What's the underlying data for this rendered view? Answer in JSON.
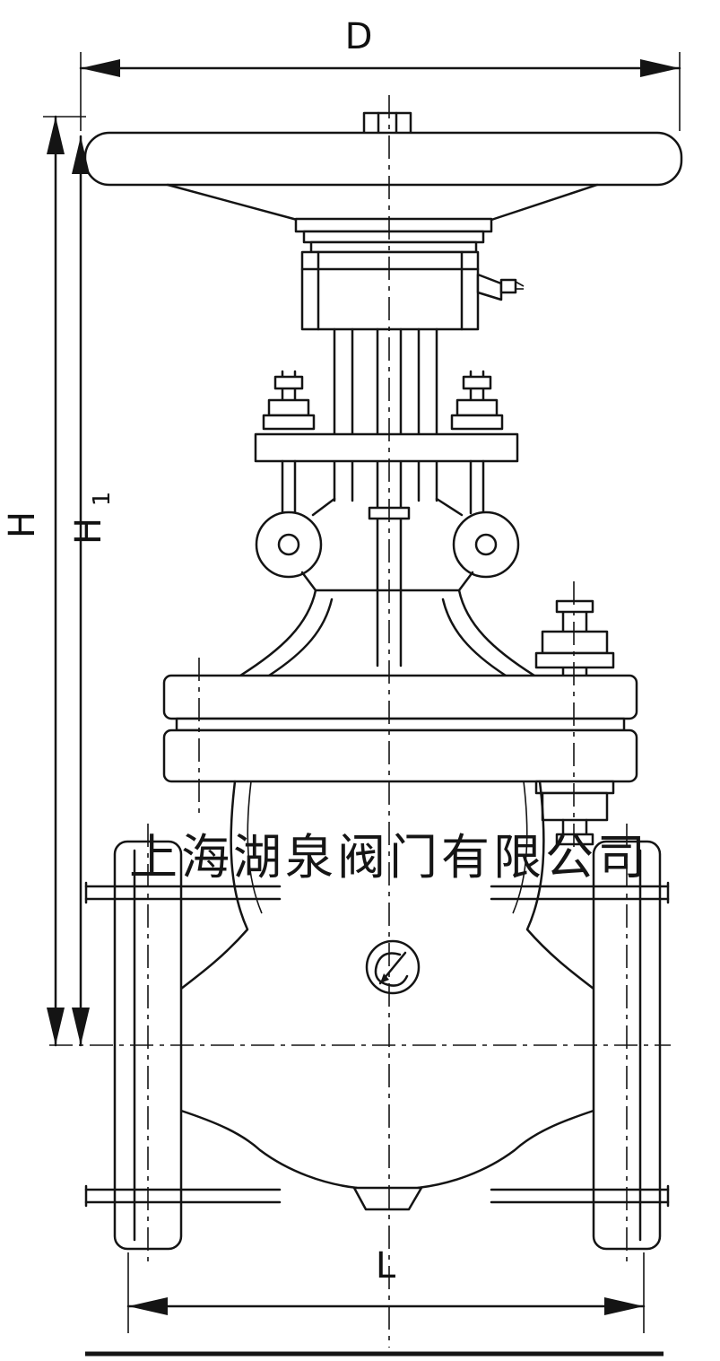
{
  "labels": {
    "dim_d": "D",
    "dim_h": "H",
    "dim_h1_base": "H",
    "dim_h1_sub": "1",
    "dim_l": "L"
  },
  "watermark": {
    "text": "上海湖泉阀门有限公司"
  },
  "colors": {
    "line": "#141414",
    "background": "#ffffff"
  }
}
